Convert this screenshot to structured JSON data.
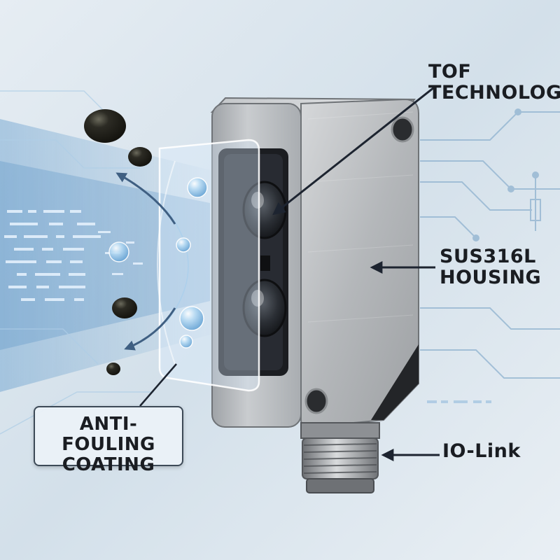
{
  "labels": {
    "tof": [
      "TOF",
      "TECHNOLOGY"
    ],
    "housing": [
      "SUS316L",
      "HOUSING"
    ],
    "iolink": "IO-Link",
    "coating": [
      "ANTI-FOULING",
      "COATING"
    ]
  },
  "colors": {
    "background": "#dfe8f0",
    "circuit": "#8fb2cf",
    "data_stream": "#5a9cd0",
    "steel": "#b9bcbf",
    "text": "#1a1d22"
  }
}
